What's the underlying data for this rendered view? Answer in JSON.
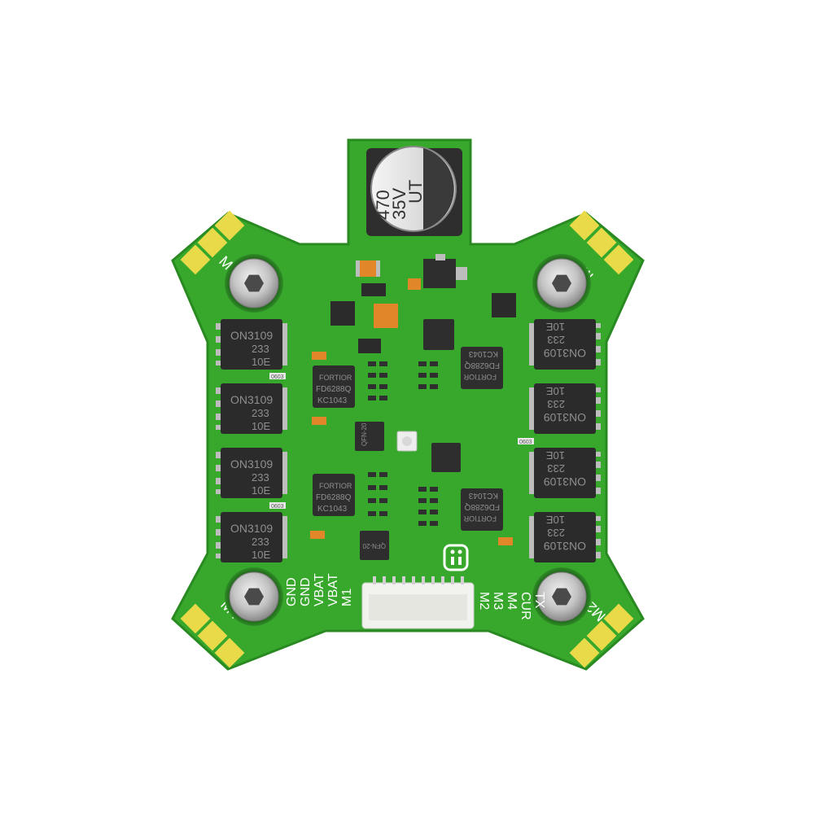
{
  "colors": {
    "pcb_green": "#37a82c",
    "pcb_edge": "#2a8a22",
    "pad_gold": "#e9da4a",
    "chip_black": "#2b2b2b",
    "component_orange": "#e2862a",
    "screw_steel": "#c8c8c8",
    "connector_white": "#f2f2ee",
    "silkscreen": "#ffffff"
  },
  "capacitor": {
    "line1": "470",
    "line2": "35V",
    "line3": "UT"
  },
  "motor_labels": {
    "top_left": "M3",
    "top_right": "M1",
    "bottom_left": "M4",
    "bottom_right": "M2"
  },
  "mosfet": {
    "line1": "ON3109",
    "line2": "233",
    "line3": "10E"
  },
  "driver_ic": {
    "brand": "FORTIOR",
    "part": "FD6288Q",
    "code": "KC1043"
  },
  "qfn_label": "QFN-20",
  "small_marker": "0603",
  "connector_pins_left": [
    "GND",
    "GND",
    "VBAT",
    "VBAT",
    "M1"
  ],
  "connector_pins_right": [
    "M2",
    "M3",
    "M4",
    "CUR",
    "TX"
  ],
  "logo_icon": "iflight-logo-icon",
  "screw_icon": "hex-socket-screw-icon"
}
